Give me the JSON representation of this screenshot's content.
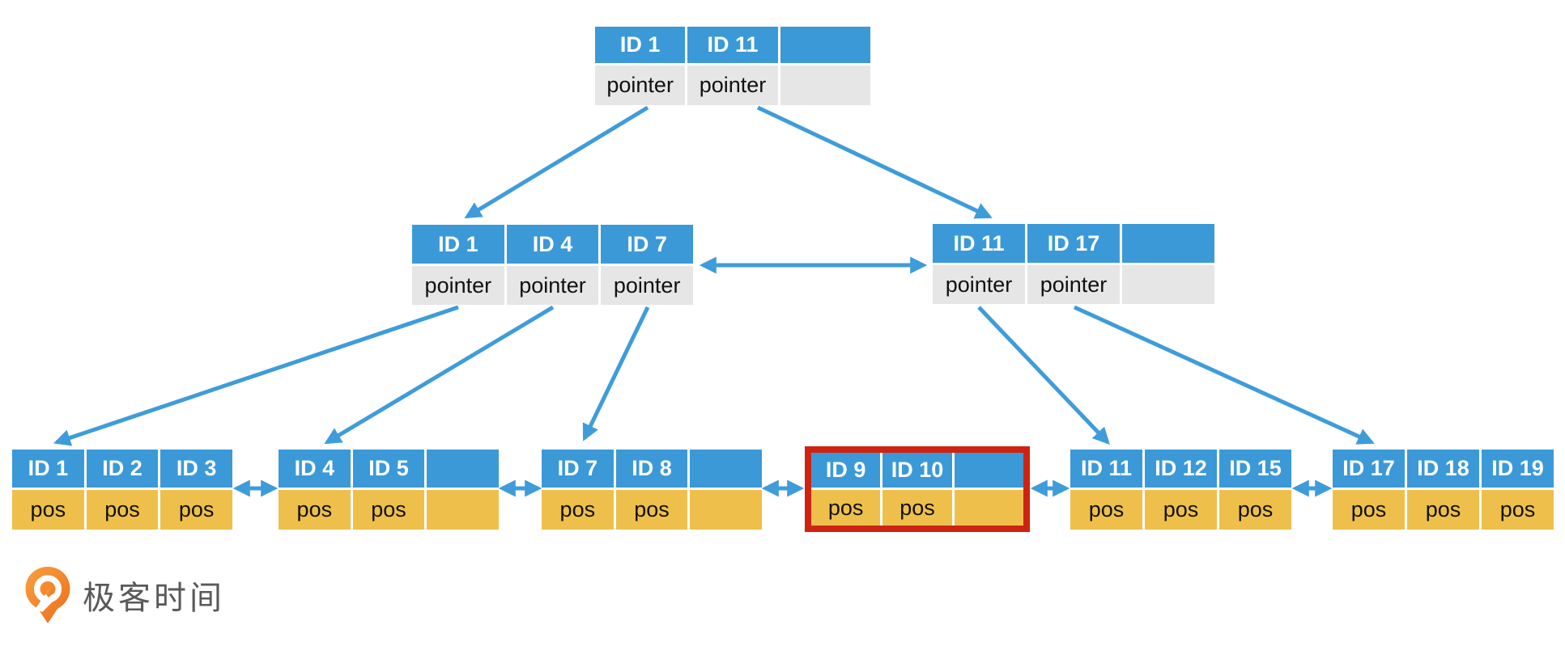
{
  "palette": {
    "cell_blue": "#3b99d8",
    "cell_gray": "#e6e6e6",
    "cell_yellow": "#eec04b",
    "arrow_blue": "#3f9cda",
    "highlight_red": "#cf2312",
    "logo_orange_light": "#f9a03d",
    "logo_orange_dark": "#ec6d1e",
    "logo_text_color": "#595959"
  },
  "tree": {
    "root": {
      "cells": [
        {
          "key": "ID 1",
          "value": "pointer"
        },
        {
          "key": "ID 11",
          "value": "pointer"
        },
        {
          "key": "",
          "value": ""
        }
      ]
    },
    "internal_left": {
      "cells": [
        {
          "key": "ID 1",
          "value": "pointer"
        },
        {
          "key": "ID 4",
          "value": "pointer"
        },
        {
          "key": "ID 7",
          "value": "pointer"
        }
      ]
    },
    "internal_right": {
      "cells": [
        {
          "key": "ID 11",
          "value": "pointer"
        },
        {
          "key": "ID 17",
          "value": "pointer"
        },
        {
          "key": "",
          "value": ""
        }
      ]
    },
    "leaves": [
      {
        "cells": [
          {
            "key": "ID 1",
            "value": "pos"
          },
          {
            "key": "ID 2",
            "value": "pos"
          },
          {
            "key": "ID 3",
            "value": "pos"
          }
        ],
        "highlighted": false
      },
      {
        "cells": [
          {
            "key": "ID 4",
            "value": "pos"
          },
          {
            "key": "ID 5",
            "value": "pos"
          },
          {
            "key": "",
            "value": ""
          }
        ],
        "highlighted": false
      },
      {
        "cells": [
          {
            "key": "ID 7",
            "value": "pos"
          },
          {
            "key": "ID 8",
            "value": "pos"
          },
          {
            "key": "",
            "value": ""
          }
        ],
        "highlighted": false
      },
      {
        "cells": [
          {
            "key": "ID 9",
            "value": "pos"
          },
          {
            "key": "ID 10",
            "value": "pos"
          },
          {
            "key": "",
            "value": ""
          }
        ],
        "highlighted": true
      },
      {
        "cells": [
          {
            "key": "ID 11",
            "value": "pos"
          },
          {
            "key": "ID 12",
            "value": "pos"
          },
          {
            "key": "ID 15",
            "value": "pos"
          }
        ],
        "highlighted": false
      },
      {
        "cells": [
          {
            "key": "ID 17",
            "value": "pos"
          },
          {
            "key": "ID 18",
            "value": "pos"
          },
          {
            "key": "ID 19",
            "value": "pos"
          }
        ],
        "highlighted": false
      }
    ]
  },
  "logo": {
    "text": "极客时间",
    "icon": "geektime-pin-icon"
  }
}
